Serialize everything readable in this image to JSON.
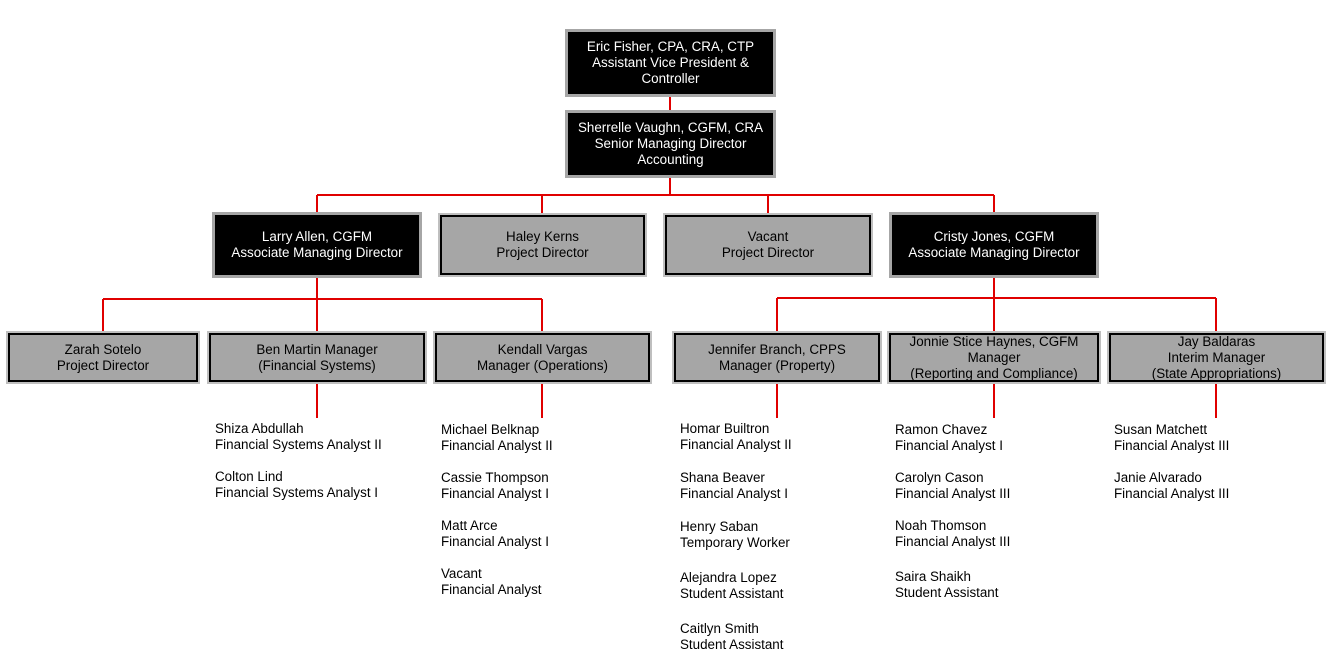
{
  "colors": {
    "connector": "#e00000",
    "dark_box": "#000000",
    "gray_box": "#a6a6a6"
  },
  "org": {
    "controller": {
      "name": "Eric Fisher, CPA, CRA, CTP",
      "title_line1": "Assistant Vice President &",
      "title_line2": "Controller"
    },
    "senior": {
      "name": "Sherrelle Vaughn, CGFM, CRA",
      "title": "Senior Managing Director",
      "dept": "Accounting"
    },
    "directors": [
      {
        "name": "Larry Allen, CGFM",
        "title": "Associate Managing Director"
      },
      {
        "name": "Haley Kerns",
        "title": "Project Director"
      },
      {
        "name": "Vacant",
        "title": "Project Director"
      },
      {
        "name": "Cristy Jones, CGFM",
        "title": "Associate Managing Director"
      }
    ],
    "managers": [
      {
        "line1": "Zarah Sotelo",
        "line2": "Project Director",
        "line3": ""
      },
      {
        "line1": "Ben Martin Manager",
        "line2": "(Financial Systems)",
        "line3": ""
      },
      {
        "line1": "Kendall Vargas",
        "line2": "Manager (Operations)",
        "line3": ""
      },
      {
        "line1": "Jennifer Branch, CPPS",
        "line2": "Manager (Property)",
        "line3": ""
      },
      {
        "line1": "Jonnie Stice Haynes, CGFM",
        "line2": "Manager",
        "line3": "(Reporting and Compliance)"
      },
      {
        "line1": "Jay Baldaras",
        "line2": "Interim Manager",
        "line3": "(State Appropriations)"
      }
    ],
    "staff_groups": [
      {
        "members": [
          {
            "name": "Shiza Abdullah",
            "role": "Financial Systems Analyst II"
          },
          {
            "name": "Colton Lind",
            "role": "Financial Systems Analyst I"
          }
        ]
      },
      {
        "members": [
          {
            "name": "Michael Belknap",
            "role": "Financial Analyst II"
          },
          {
            "name": "Cassie Thompson",
            "role": "Financial Analyst I"
          },
          {
            "name": "Matt Arce",
            "role": "Financial Analyst I"
          },
          {
            "name": "Vacant",
            "role": "Financial Analyst"
          }
        ]
      },
      {
        "members": [
          {
            "name": "Homar Builtron",
            "role": "Financial Analyst II"
          },
          {
            "name": "Shana Beaver",
            "role": "Financial Analyst I"
          },
          {
            "name": "Henry Saban",
            "role": "Temporary Worker"
          },
          {
            "name": "Alejandra Lopez",
            "role": "Student Assistant"
          },
          {
            "name": "Caitlyn Smith",
            "role": "Student Assistant"
          }
        ]
      },
      {
        "members": [
          {
            "name": "Ramon Chavez",
            "role": "Financial Analyst I"
          },
          {
            "name": "Carolyn Cason",
            "role": "Financial Analyst III"
          },
          {
            "name": "Noah Thomson",
            "role": "Financial Analyst III"
          },
          {
            "name": "Saira Shaikh",
            "role": "Student Assistant"
          }
        ]
      },
      {
        "members": [
          {
            "name": "Susan Matchett",
            "role": "Financial Analyst III"
          },
          {
            "name": "Janie Alvarado",
            "role": "Financial Analyst III"
          }
        ]
      }
    ]
  }
}
